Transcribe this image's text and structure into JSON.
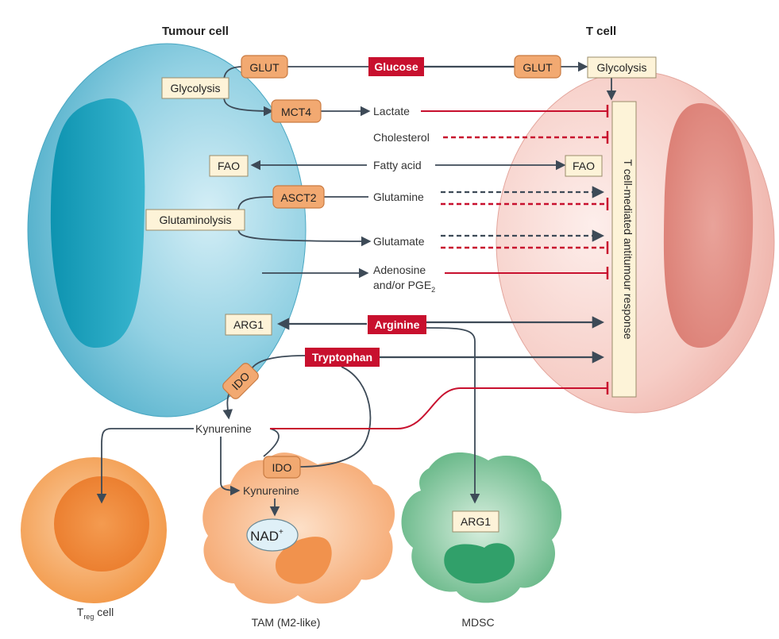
{
  "titles": {
    "tumour_cell": "Tumour cell",
    "t_cell": "T cell"
  },
  "transporters": {
    "glut_tumour": "GLUT",
    "mct4": "MCT4",
    "asct2": "ASCT2",
    "glut_tcell": "GLUT",
    "ido_tumour": "IDO",
    "ido_tam": "IDO"
  },
  "pathways": {
    "glycolysis_tumour": "Glycolysis",
    "glutaminolysis": "Glutaminolysis",
    "fao_tumour": "FAO",
    "arg1_tumour": "ARG1",
    "glycolysis_tcell": "Glycolysis",
    "fao_tcell": "FAO",
    "arg1_mdsc": "ARG1"
  },
  "nutrients": {
    "glucose": "Glucose",
    "arginine": "Arginine",
    "tryptophan": "Tryptophan"
  },
  "metabolites": {
    "lactate": "Lactate",
    "cholesterol": "Cholesterol",
    "fatty_acid": "Fatty acid",
    "glutamine": "Glutamine",
    "glutamate": "Glutamate",
    "adenosine_line1": "Adenosine",
    "adenosine_line2": "and/or PGE",
    "adenosine_sub": "2",
    "kynurenine_1": "Kynurenine",
    "kynurenine_2": "Kynurenine",
    "nad": "NAD",
    "nad_sup": "+"
  },
  "response_box": "T cell-mediated antitumour response",
  "cells": {
    "treg_T": "T",
    "treg_sub": "reg",
    "treg_rest": " cell",
    "tam": "TAM (M2-like)",
    "mdsc": "MDSC"
  },
  "colors": {
    "tumour_blue": "#7ec8dc",
    "tcell_pink": "#f7cfc9",
    "inhibit_red": "#c8102e",
    "arrow_dark": "#3d4a57",
    "transporter_orange": "#f2a971",
    "pathway_cream": "#fdf3d8",
    "treg_orange": "#f39a4d",
    "tam_orange": "#f8b88a",
    "mdsc_green": "#6fbf8e"
  }
}
